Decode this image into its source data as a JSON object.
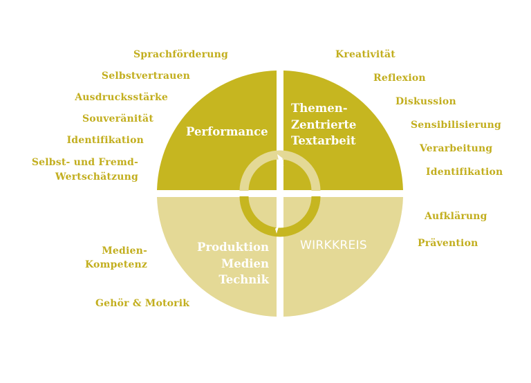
{
  "colors": {
    "dark": "#c6b620",
    "light": "#e4d996",
    "label": "#c2ae1e"
  },
  "quadrants": {
    "top_left": {
      "label": "Performance"
    },
    "top_right": {
      "lines": [
        "Themen-",
        "Zentrierte",
        "Textarbeit"
      ]
    },
    "bottom_left": {
      "lines": [
        "Produktion",
        "Medien",
        "Technik"
      ]
    },
    "bottom_right": {
      "label": "WIRKKREIS"
    }
  },
  "left_labels": [
    "Sprachförderung",
    "Selbstvertrauen",
    "Ausdrucksstärke",
    "Souveränität",
    "Identifikation",
    "Selbst- und Fremd-",
    "Wertschätzung"
  ],
  "right_labels": [
    "Kreativität",
    "Reflexion",
    "Diskussion",
    "Sensibilisierung",
    "Verarbeitung",
    "Identifikation",
    "Aufklärung",
    "Prävention"
  ],
  "bottom_left_labels": [
    "Medien-",
    "Kompetenz",
    "Gehör & Motorik"
  ]
}
